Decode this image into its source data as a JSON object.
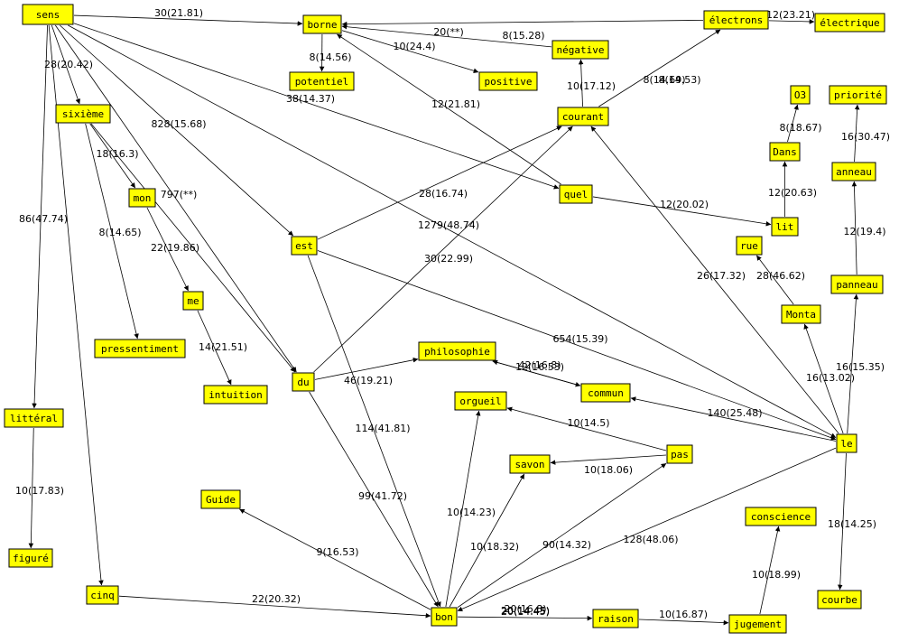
{
  "nodes": [
    {
      "id": "sens",
      "label": "sens"
    },
    {
      "id": "borne",
      "label": "borne"
    },
    {
      "id": "electrons",
      "label": "électrons"
    },
    {
      "id": "electrique",
      "label": "électrique"
    },
    {
      "id": "potentiel",
      "label": "potentiel"
    },
    {
      "id": "negative",
      "label": "négative"
    },
    {
      "id": "positive",
      "label": "positive"
    },
    {
      "id": "sixieme",
      "label": "sixième"
    },
    {
      "id": "courant",
      "label": "courant"
    },
    {
      "id": "o3",
      "label": "O3"
    },
    {
      "id": "priorite",
      "label": "priorité"
    },
    {
      "id": "dans",
      "label": "Dans"
    },
    {
      "id": "anneau",
      "label": "anneau"
    },
    {
      "id": "mon",
      "label": "mon"
    },
    {
      "id": "quel",
      "label": "quel"
    },
    {
      "id": "lit",
      "label": "lit"
    },
    {
      "id": "est",
      "label": "est"
    },
    {
      "id": "rue",
      "label": "rue"
    },
    {
      "id": "me",
      "label": "me"
    },
    {
      "id": "panneau",
      "label": "panneau"
    },
    {
      "id": "monta",
      "label": "Monta"
    },
    {
      "id": "pressentiment",
      "label": "pressentiment"
    },
    {
      "id": "philosophie",
      "label": "philosophie"
    },
    {
      "id": "du",
      "label": "du"
    },
    {
      "id": "commun",
      "label": "commun"
    },
    {
      "id": "intuition",
      "label": "intuition"
    },
    {
      "id": "orgueil",
      "label": "orgueil"
    },
    {
      "id": "litteral",
      "label": "littéral"
    },
    {
      "id": "le",
      "label": "le"
    },
    {
      "id": "pas",
      "label": "pas"
    },
    {
      "id": "savon",
      "label": "savon"
    },
    {
      "id": "guide",
      "label": "Guide"
    },
    {
      "id": "conscience",
      "label": "conscience"
    },
    {
      "id": "figure",
      "label": "figuré"
    },
    {
      "id": "courbe",
      "label": "courbe"
    },
    {
      "id": "cinq",
      "label": "cinq"
    },
    {
      "id": "bon",
      "label": "bon"
    },
    {
      "id": "raison",
      "label": "raison"
    },
    {
      "id": "jugement",
      "label": "jugement"
    }
  ],
  "edges": [
    {
      "from": "sens",
      "to": "borne",
      "label": "30(21.81)"
    },
    {
      "from": "sens",
      "to": "sixieme",
      "label": "28(20.42)"
    },
    {
      "from": "sens",
      "to": "litteral",
      "label": "86(47.74)"
    },
    {
      "from": "sens",
      "to": "cinq",
      "label": ""
    },
    {
      "from": "sens",
      "to": "est",
      "label": "828(15.68)"
    },
    {
      "from": "sens",
      "to": "du",
      "label": "797(**)"
    },
    {
      "from": "sens",
      "to": "quel",
      "label": "38(14.37)"
    },
    {
      "from": "sens",
      "to": "le",
      "label": "1279(48.74)"
    },
    {
      "from": "electrons",
      "to": "borne",
      "label": "20(**)"
    },
    {
      "from": "electrons",
      "to": "electrique",
      "label": "12(23.21)"
    },
    {
      "from": "borne",
      "to": "potentiel",
      "label": "8(14.56)"
    },
    {
      "from": "borne",
      "to": "positive",
      "label": "10(24.4)"
    },
    {
      "from": "negative",
      "to": "borne",
      "label": "8(15.28)"
    },
    {
      "from": "quel",
      "to": "borne",
      "label": "12(21.81)"
    },
    {
      "from": "courant",
      "to": "negative",
      "label": "10(17.12)"
    },
    {
      "from": "courant",
      "to": "electrons",
      "label": "8(14.69)"
    },
    {
      "from": "sixieme",
      "to": "mon",
      "label": "18(16.3)"
    },
    {
      "from": "sixieme",
      "to": "pressentiment",
      "label": "8(14.65)"
    },
    {
      "from": "sixieme",
      "to": "du",
      "label": ""
    },
    {
      "from": "mon",
      "to": "me",
      "label": "22(19.86)"
    },
    {
      "from": "me",
      "to": "intuition",
      "label": "14(21.51)"
    },
    {
      "from": "est",
      "to": "courant",
      "label": "28(16.74)"
    },
    {
      "from": "est",
      "to": "le",
      "label": "654(15.39)"
    },
    {
      "from": "est",
      "to": "bon",
      "label": "114(41.81)"
    },
    {
      "from": "du",
      "to": "courant",
      "label": "30(22.99)"
    },
    {
      "from": "du",
      "to": "philosophie",
      "label": "46(19.21)"
    },
    {
      "from": "du",
      "to": "bon",
      "label": "99(41.72)"
    },
    {
      "from": "quel",
      "to": "lit",
      "label": "12(20.02)"
    },
    {
      "from": "lit",
      "to": "dans",
      "label": "12(20.63)"
    },
    {
      "from": "dans",
      "to": "o3",
      "label": "8(18.67)"
    },
    {
      "from": "anneau",
      "to": "priorite",
      "label": "16(30.47)"
    },
    {
      "from": "panneau",
      "to": "anneau",
      "label": "12(19.4)"
    },
    {
      "from": "le",
      "to": "panneau",
      "label": "16(15.35)"
    },
    {
      "from": "le",
      "to": "monta",
      "label": "16(13.02)"
    },
    {
      "from": "monta",
      "to": "rue",
      "label": "28(46.62)"
    },
    {
      "from": "le",
      "to": "courant",
      "label": "26(17.32)"
    },
    {
      "from": "le",
      "to": "commun",
      "label": "140(25.48)"
    },
    {
      "from": "le",
      "to": "courbe",
      "label": "18(14.25)"
    },
    {
      "from": "le",
      "to": "bon",
      "label": "128(48.06)"
    },
    {
      "from": "philosophie",
      "to": "commun",
      "label": "12(16.53)"
    },
    {
      "from": "commun",
      "to": "philosophie",
      "label": "42(16.8)"
    },
    {
      "from": "pas",
      "to": "orgueil",
      "label": "10(14.5)"
    },
    {
      "from": "pas",
      "to": "savon",
      "label": "10(18.06)"
    },
    {
      "from": "bon",
      "to": "orgueil",
      "label": ""
    },
    {
      "from": "bon",
      "to": "savon",
      "label": "10(14.23)"
    },
    {
      "from": "bon",
      "to": "pas",
      "label": "10(18.32)"
    },
    {
      "from": "bon",
      "to": "guide",
      "label": "9(16.53)"
    },
    {
      "from": "bon",
      "to": "raison",
      "label": "20(14.45)"
    },
    {
      "from": "cinq",
      "to": "bon",
      "label": "22(20.32)"
    },
    {
      "from": "raison",
      "to": "jugement",
      "label": "10(16.87)"
    },
    {
      "from": "jugement",
      "to": "conscience",
      "label": "10(18.99)"
    },
    {
      "from": "litteral",
      "to": "figure",
      "label": "10(17.83)"
    }
  ],
  "extra_labels": [
    "90(14.32)",
    "8(14.53)",
    "20(16.8)",
    "20(14.45)"
  ]
}
